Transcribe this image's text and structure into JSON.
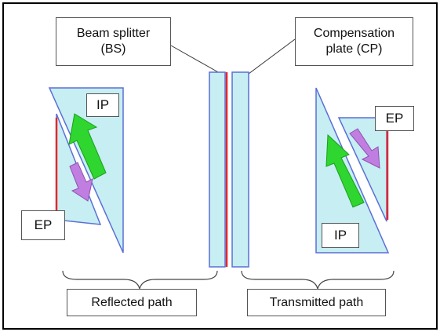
{
  "labels": {
    "beam_splitter_line1": "Beam splitter",
    "beam_splitter_line2": "(BS)",
    "compensation_plate_line1": "Compensation",
    "compensation_plate_line2": "plate (CP)",
    "ip_left": "IP",
    "ep_left": "EP",
    "ep_right": "EP",
    "ip_right": "IP",
    "reflected_path": "Reflected path",
    "transmitted_path": "Transmitted path"
  },
  "colors": {
    "glass_fill": "#c6eef3",
    "glass_stroke": "#5b6fd6",
    "coating": "#e3262d",
    "incoming_arrow": "#2fd62f",
    "outgoing_arrow": "#c07fe0",
    "frame": "#000000"
  }
}
